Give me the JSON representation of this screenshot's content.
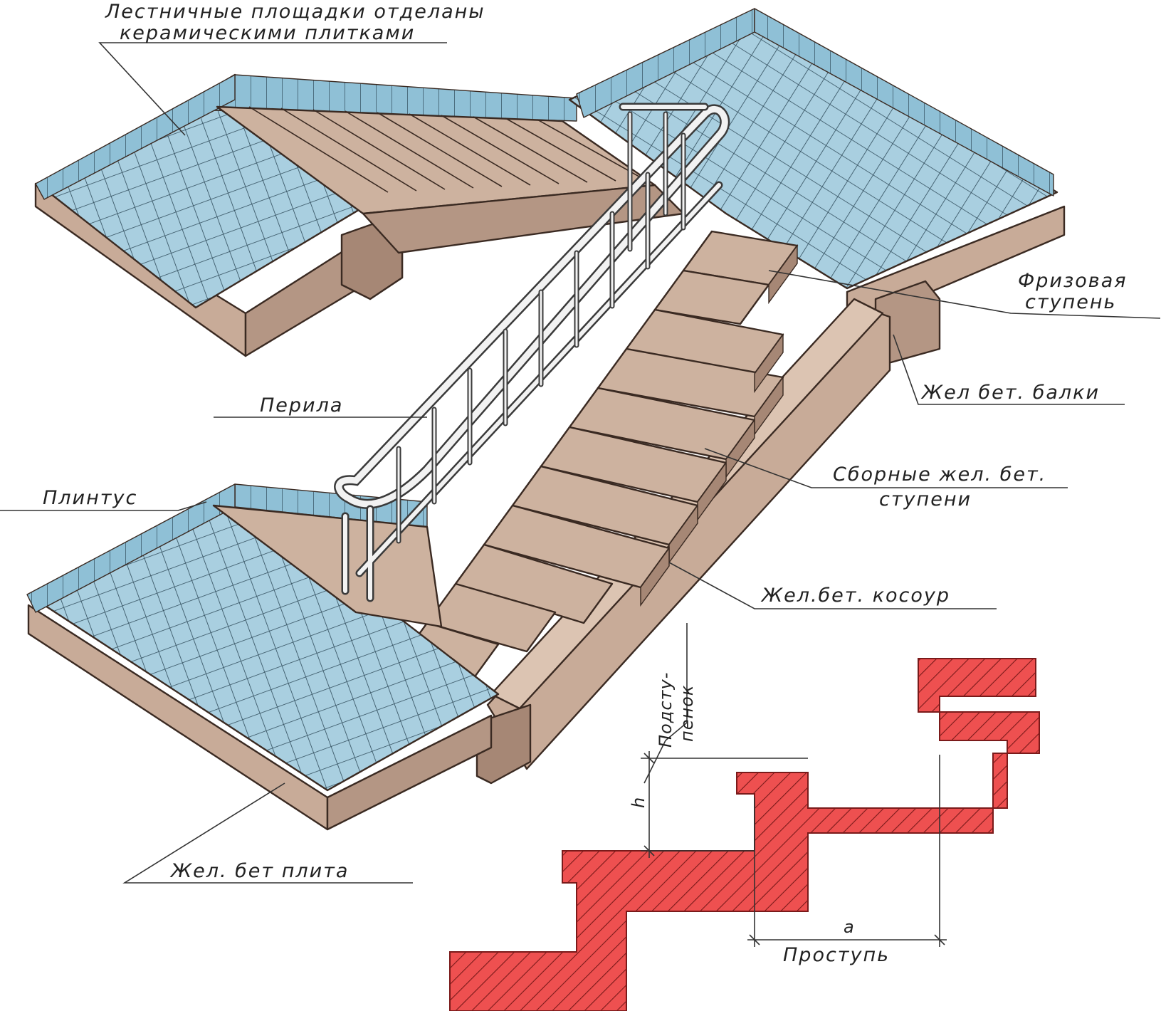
{
  "labels": {
    "landings_tiled_line1": "Лестничные площадки отделаны",
    "landings_tiled_line2": "керамическими плитками",
    "frieze_step_line1": "Фризовая",
    "frieze_step_line2": "ступень",
    "rc_beams": "Жел бет. балки",
    "railing": "Перила",
    "precast_steps_line1": "Сборные жел. бет.",
    "precast_steps_line2": "ступени",
    "plinth": "Плинтус",
    "rc_stringer": "Жел.бет. косоур",
    "rc_slab": "Жел. бет плита",
    "riser_line1": "Подсту-",
    "riser_line2": "пенок",
    "riser_symbol": "h",
    "tread_symbol": "a",
    "tread": "Проступь"
  },
  "colors": {
    "tile": "#a9cfe0",
    "tile_grid": "#2f4b5a",
    "concrete": "#c8ab98",
    "concrete_dark": "#a68775",
    "concrete_light": "#dcc4b2",
    "section_fill": "#ee5050",
    "hatch": "#7a1a1a"
  }
}
